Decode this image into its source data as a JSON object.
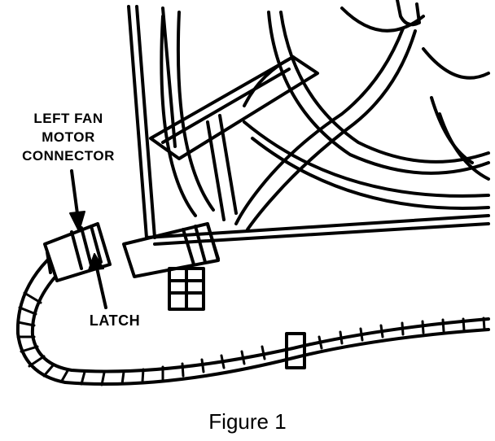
{
  "labels": {
    "connector_line1": "LEFT FAN",
    "connector_line2": "MOTOR",
    "connector_line3": "CONNECTOR",
    "latch": "LATCH"
  },
  "caption": "Figure 1",
  "colors": {
    "ink": "#000000",
    "paper": "#ffffff"
  }
}
